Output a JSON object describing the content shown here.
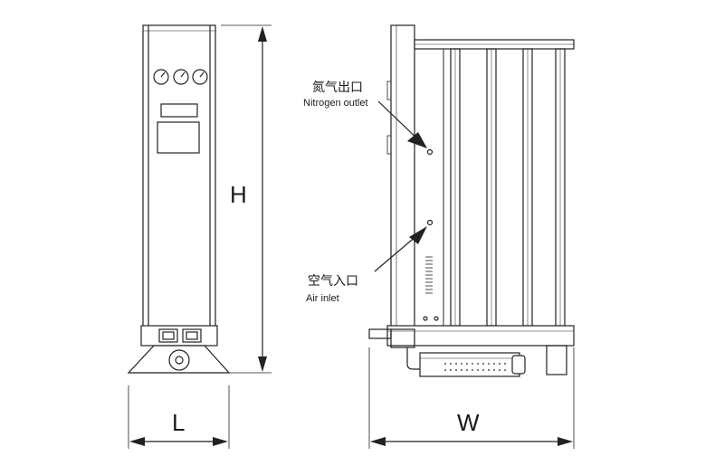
{
  "labels": {
    "nitrogen_outlet_cn": "氮气出口",
    "nitrogen_outlet_en": "Nitrogen outlet",
    "air_inlet_cn": "空气入口",
    "air_inlet_en": "Air inlet"
  },
  "dimensions": {
    "height": "H",
    "length": "L",
    "width": "W"
  },
  "colors": {
    "line": "#222222",
    "panel_fill": "#ffffff",
    "muted": "#888888"
  }
}
